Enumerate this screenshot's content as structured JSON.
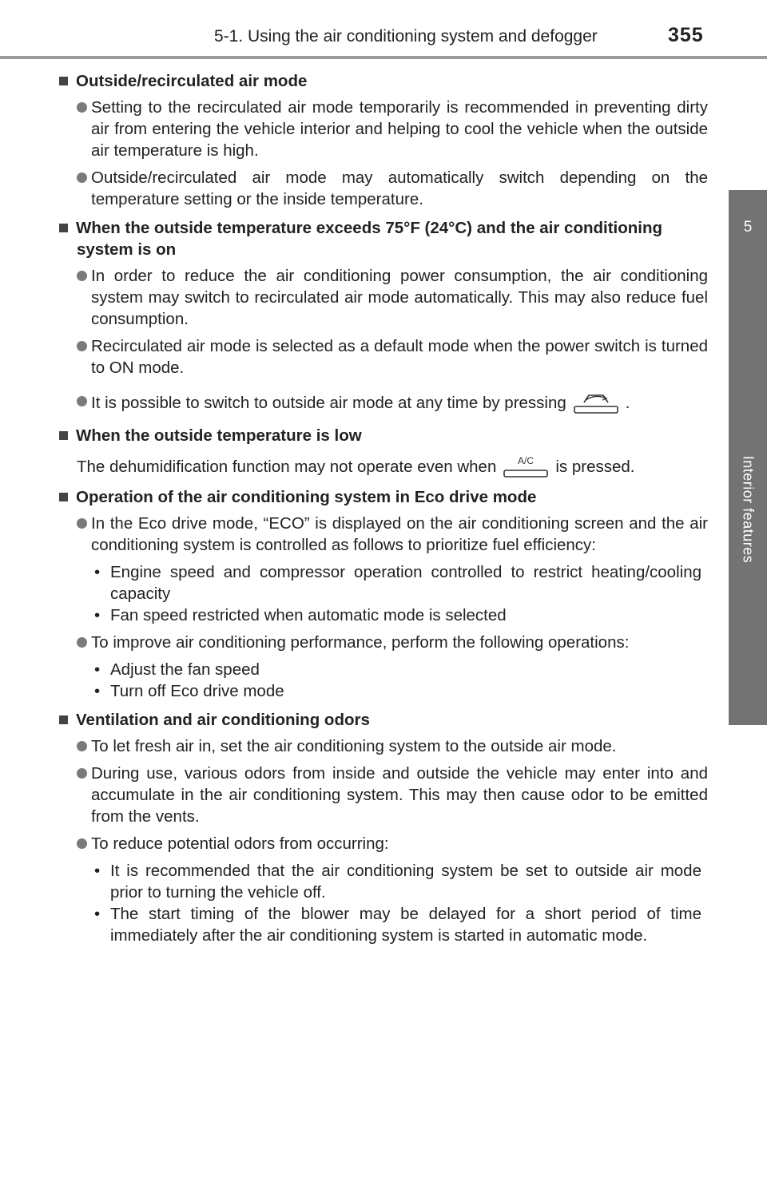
{
  "header": {
    "title": "5-1. Using the air conditioning system and defogger",
    "page_number": "355"
  },
  "side_tab": {
    "number": "5",
    "label": "Interior features"
  },
  "sections": {
    "s1": {
      "heading": "Outside/recirculated air mode",
      "b1": "Setting to the recirculated air mode temporarily is recommended in preventing dirty air from entering the vehicle interior and helping to cool the vehicle when the outside air temperature is high.",
      "b2": "Outside/recirculated air mode may automatically switch depending on the temperature setting or the inside temperature."
    },
    "s2": {
      "heading": "When the outside temperature exceeds 75°F (24°C) and the air conditioning system is on",
      "b1": "In order to reduce the air conditioning power consumption, the air conditioning system may switch to recirculated air mode automatically. This may also reduce fuel consumption.",
      "b2": "Recirculated air mode is selected as a default mode when the power switch is turned to ON mode.",
      "b3_pre": "It is possible to switch to outside air mode at any time by pressing",
      "b3_post": "."
    },
    "s3": {
      "heading": "When the outside temperature is low",
      "text_pre": "The dehumidification function may not operate even when",
      "text_post": "is pressed.",
      "ac_label": "A/C"
    },
    "s4": {
      "heading": "Operation of the air conditioning system in Eco drive mode",
      "b1": "In the Eco drive mode, “ECO” is displayed on the air conditioning screen and the air conditioning system is controlled as follows to prioritize fuel efficiency:",
      "b1_subs": [
        "Engine speed and compressor operation controlled to restrict heating/cooling capacity",
        "Fan speed restricted when automatic mode is selected"
      ],
      "b2": "To improve air conditioning performance, perform the following operations:",
      "b2_subs": [
        "Adjust the fan speed",
        "Turn off Eco drive mode"
      ]
    },
    "s5": {
      "heading": "Ventilation and air conditioning odors",
      "b1": "To let fresh air in, set the air conditioning system to the outside air mode.",
      "b2": "During use, various odors from inside and outside the vehicle may enter into and accumulate in the air conditioning system. This may then cause odor to be emitted from the vents.",
      "b3": "To reduce potential odors from occurring:",
      "b3_subs": [
        "It is recommended that the air conditioning system be set to outside air mode prior to turning the vehicle off.",
        "The start timing of the blower may be delayed for a short period of time immediately after the air conditioning system is started in automatic mode."
      ]
    }
  },
  "icons": {
    "outside_air_button": "outside-air-mode-button-icon",
    "ac_button": "ac-button-icon"
  },
  "colors": {
    "side_tab": "#737373",
    "header_rule": "#9a9a9a",
    "bullet": "#7a7a7a"
  }
}
